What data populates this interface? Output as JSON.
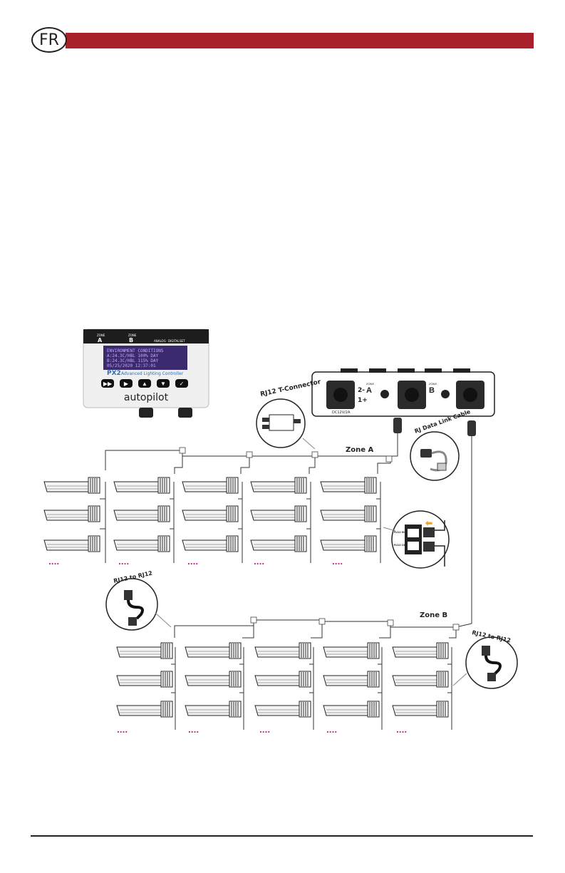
{
  "header": {
    "lang_badge": "FR",
    "bar_color": "#a7202a"
  },
  "controller": {
    "model": "PX2",
    "subtitle": "Advanced Lighting Controller",
    "brand": "autopilot",
    "zone_a": "A",
    "zone_b": "B",
    "zone_label": "ZONE",
    "analog": "ANALOG",
    "digital": "DIGITAL",
    "set": "SET",
    "lcd_lines": [
      "ENVIRONMENT CONDITIONS",
      "A:24.3C/HBL   100%  DAY",
      "B:24.3C/HBL   115%  DAY",
      "05/25/2020    12:37:01"
    ]
  },
  "back_panel": {
    "zone_a": "A",
    "zone_b": "B",
    "zone_label": "ZONE",
    "minus": "2-",
    "plus": "1+",
    "power_label": "DC12V/2A"
  },
  "labels": {
    "t_connector": "RJ12 T-Connector",
    "data_cable": "RJ Data Link Cable",
    "zone_a": "Zone A",
    "zone_b": "Zone B",
    "rj12_to_rj12_left": "RJ12 to RJ12",
    "rj12_to_rj12_right": "RJ12 to RJ12",
    "port_in": "RJ12 IN",
    "port_out": "RJ12 OUT"
  },
  "colors": {
    "accent": "#a7202a",
    "more_dots": "#d4007f",
    "lcd": "#3b2b6e",
    "arrow": "#f2a51f"
  }
}
